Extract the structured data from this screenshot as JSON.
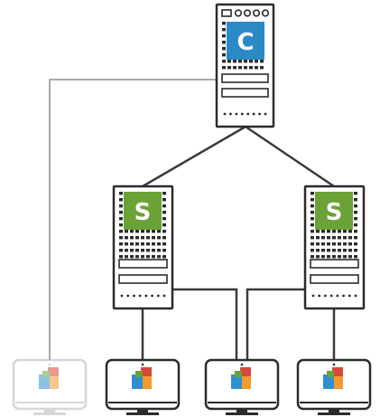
{
  "diagram": {
    "central_server": {
      "letter": "C",
      "badge_color": "#2a8ac6",
      "icon": "central-server-icon"
    },
    "secondary_servers": [
      {
        "letter": "S",
        "badge_color": "#6aa237",
        "icon": "secondary-server-icon"
      },
      {
        "letter": "S",
        "badge_color": "#6aa237",
        "icon": "secondary-server-icon"
      }
    ],
    "clients": [
      {
        "icon": "monitor-icon",
        "state": "faded"
      },
      {
        "icon": "monitor-icon",
        "state": "normal"
      },
      {
        "icon": "monitor-icon",
        "state": "normal"
      },
      {
        "icon": "monitor-icon",
        "state": "normal"
      }
    ],
    "colors": {
      "outline": "#2b2b2b",
      "faded_outline": "#b5b5b5",
      "app_red": "#d9473b",
      "app_orange": "#f29a2e",
      "app_blue": "#2f8fd1",
      "app_green": "#6aa237"
    }
  }
}
